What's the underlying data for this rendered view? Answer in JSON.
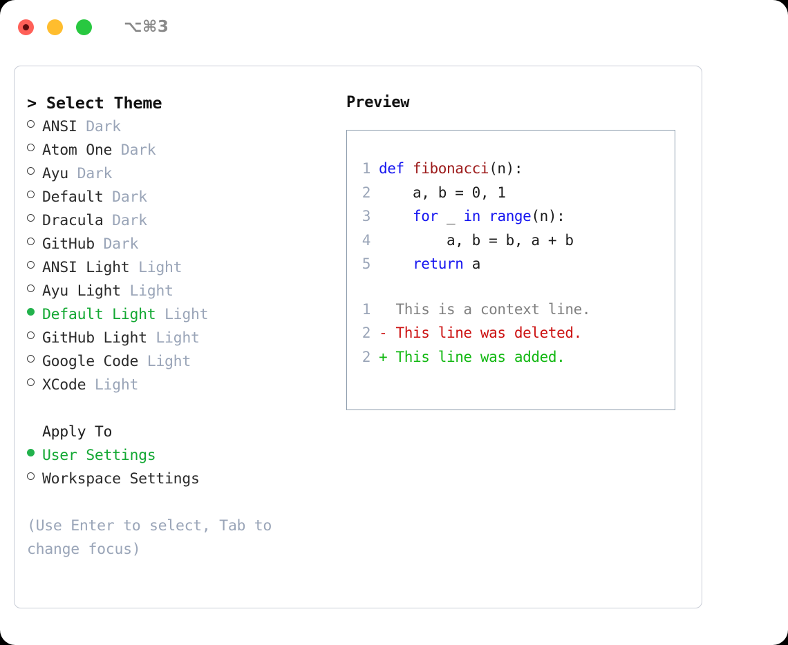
{
  "titlebar": {
    "shortcut": "⌥⌘3",
    "lights": [
      "close-red",
      "minimize-yellow",
      "maximize-green"
    ]
  },
  "left": {
    "header": "> Select Theme",
    "themes": [
      {
        "name": "ANSI",
        "tag": "Dark",
        "selected": false
      },
      {
        "name": "Atom One",
        "tag": "Dark",
        "selected": false
      },
      {
        "name": "Ayu",
        "tag": "Dark",
        "selected": false
      },
      {
        "name": "Default",
        "tag": "Dark",
        "selected": false
      },
      {
        "name": "Dracula",
        "tag": "Dark",
        "selected": false
      },
      {
        "name": "GitHub",
        "tag": "Dark",
        "selected": false
      },
      {
        "name": "ANSI Light",
        "tag": "Light",
        "selected": false
      },
      {
        "name": "Ayu Light",
        "tag": "Light",
        "selected": false
      },
      {
        "name": "Default Light",
        "tag": "Light",
        "selected": true
      },
      {
        "name": "GitHub Light",
        "tag": "Light",
        "selected": false
      },
      {
        "name": "Google Code",
        "tag": "Light",
        "selected": false
      },
      {
        "name": "XCode",
        "tag": "Light",
        "selected": false
      }
    ],
    "apply_to_header": "Apply To",
    "apply_to": [
      {
        "name": "User Settings",
        "selected": true
      },
      {
        "name": "Workspace Settings",
        "selected": false
      }
    ],
    "hint": "(Use Enter to select, Tab to change focus)"
  },
  "right": {
    "preview_title": "Preview",
    "code_lines": [
      {
        "no": "1",
        "tokens": [
          {
            "t": "def ",
            "c": "kw"
          },
          {
            "t": "fibonacci",
            "c": "fn"
          },
          {
            "t": "(n):",
            "c": "pl"
          }
        ]
      },
      {
        "no": "2",
        "tokens": [
          {
            "t": "    a, b = 0, 1",
            "c": "pl"
          }
        ]
      },
      {
        "no": "3",
        "tokens": [
          {
            "t": "    ",
            "c": "pl"
          },
          {
            "t": "for",
            "c": "kw"
          },
          {
            "t": " _ ",
            "c": "pl"
          },
          {
            "t": "in",
            "c": "kw"
          },
          {
            "t": " ",
            "c": "pl"
          },
          {
            "t": "range",
            "c": "kw"
          },
          {
            "t": "(n):",
            "c": "pl"
          }
        ]
      },
      {
        "no": "4",
        "tokens": [
          {
            "t": "        a, b = b, a + b",
            "c": "pl"
          }
        ]
      },
      {
        "no": "5",
        "tokens": [
          {
            "t": "    ",
            "c": "pl"
          },
          {
            "t": "return",
            "c": "kw"
          },
          {
            "t": " a",
            "c": "pl"
          }
        ]
      }
    ],
    "diff_lines": [
      {
        "no": "1",
        "text": "  This is a context line.",
        "kind": "ctx"
      },
      {
        "no": "2",
        "text": "- This line was deleted.",
        "kind": "del"
      },
      {
        "no": "2",
        "text": "+ This line was added.",
        "kind": "add"
      }
    ]
  },
  "colors": {
    "accent_green": "#13a833",
    "tag_muted": "#9aa5b8",
    "keyword_blue": "#1414f0",
    "function_red": "#9c1a1a",
    "diff_add": "#12b812",
    "diff_del": "#cc1111",
    "panel_border": "#c8ccd6",
    "preview_border": "#8b9bab"
  }
}
